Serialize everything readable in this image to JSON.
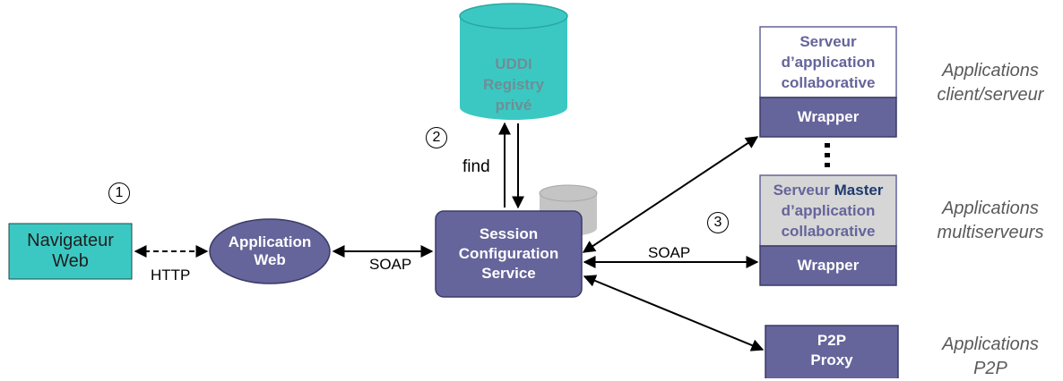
{
  "navigator": {
    "line1": "Navigateur",
    "line2": "Web"
  },
  "app_web": {
    "line1": "Application",
    "line2": "Web"
  },
  "session": {
    "line1": "Session",
    "line2": "Configuration",
    "line3": "Service"
  },
  "uddi": {
    "line1": "UDDI",
    "line2": "Registry",
    "line3": "privé"
  },
  "server1": {
    "line1": "Serveur",
    "line2": "d’application",
    "line3": "collaborative",
    "wrapper": "Wrapper"
  },
  "server2": {
    "line1a": "Serveur",
    "line1b": "Master",
    "line2": "d’application",
    "line3": "collaborative",
    "wrapper": "Wrapper"
  },
  "p2p": {
    "line1": "P2P",
    "line2": "Proxy"
  },
  "labels": {
    "http": "HTTP",
    "soap_left": "SOAP",
    "soap_right": "SOAP",
    "find": "find"
  },
  "steps": {
    "s1": "1",
    "s2": "2",
    "s3": "3"
  },
  "categories": {
    "client_server": {
      "line1": "Applications",
      "line2": "client/serveur"
    },
    "multi": {
      "line1": "Applications",
      "line2": "multiserveurs"
    },
    "p2p": {
      "line1": "Applications",
      "line2": "P2P"
    }
  },
  "colors": {
    "purple": "#65649b",
    "teal": "#3cc8c2",
    "navy": "#1f3a6e",
    "grey": "#c4c4c4"
  }
}
